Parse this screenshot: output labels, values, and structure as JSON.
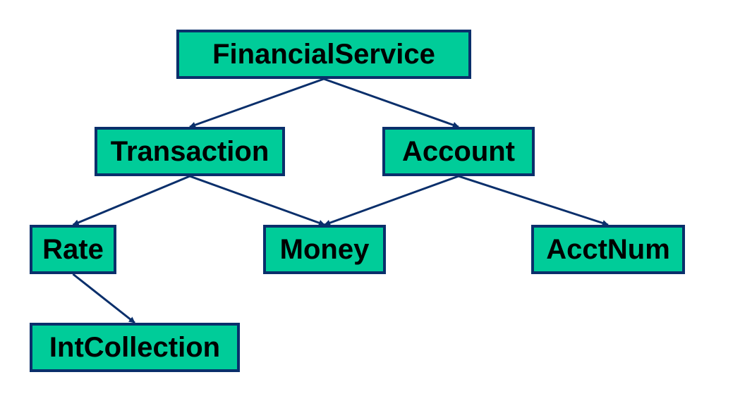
{
  "colors": {
    "node_fill": "#00cc99",
    "node_border": "#0a2f6b",
    "edge": "#0a2f6b",
    "text": "#000000"
  },
  "nodes": {
    "financial_service": "FinancialService",
    "transaction": "Transaction",
    "account": "Account",
    "rate": "Rate",
    "money": "Money",
    "acct_num": "AcctNum",
    "int_collection": "IntCollection"
  },
  "edges": [
    {
      "from": "financial_service",
      "to": "transaction"
    },
    {
      "from": "financial_service",
      "to": "account"
    },
    {
      "from": "transaction",
      "to": "rate"
    },
    {
      "from": "transaction",
      "to": "money"
    },
    {
      "from": "account",
      "to": "money"
    },
    {
      "from": "account",
      "to": "acct_num"
    },
    {
      "from": "rate",
      "to": "int_collection"
    }
  ]
}
